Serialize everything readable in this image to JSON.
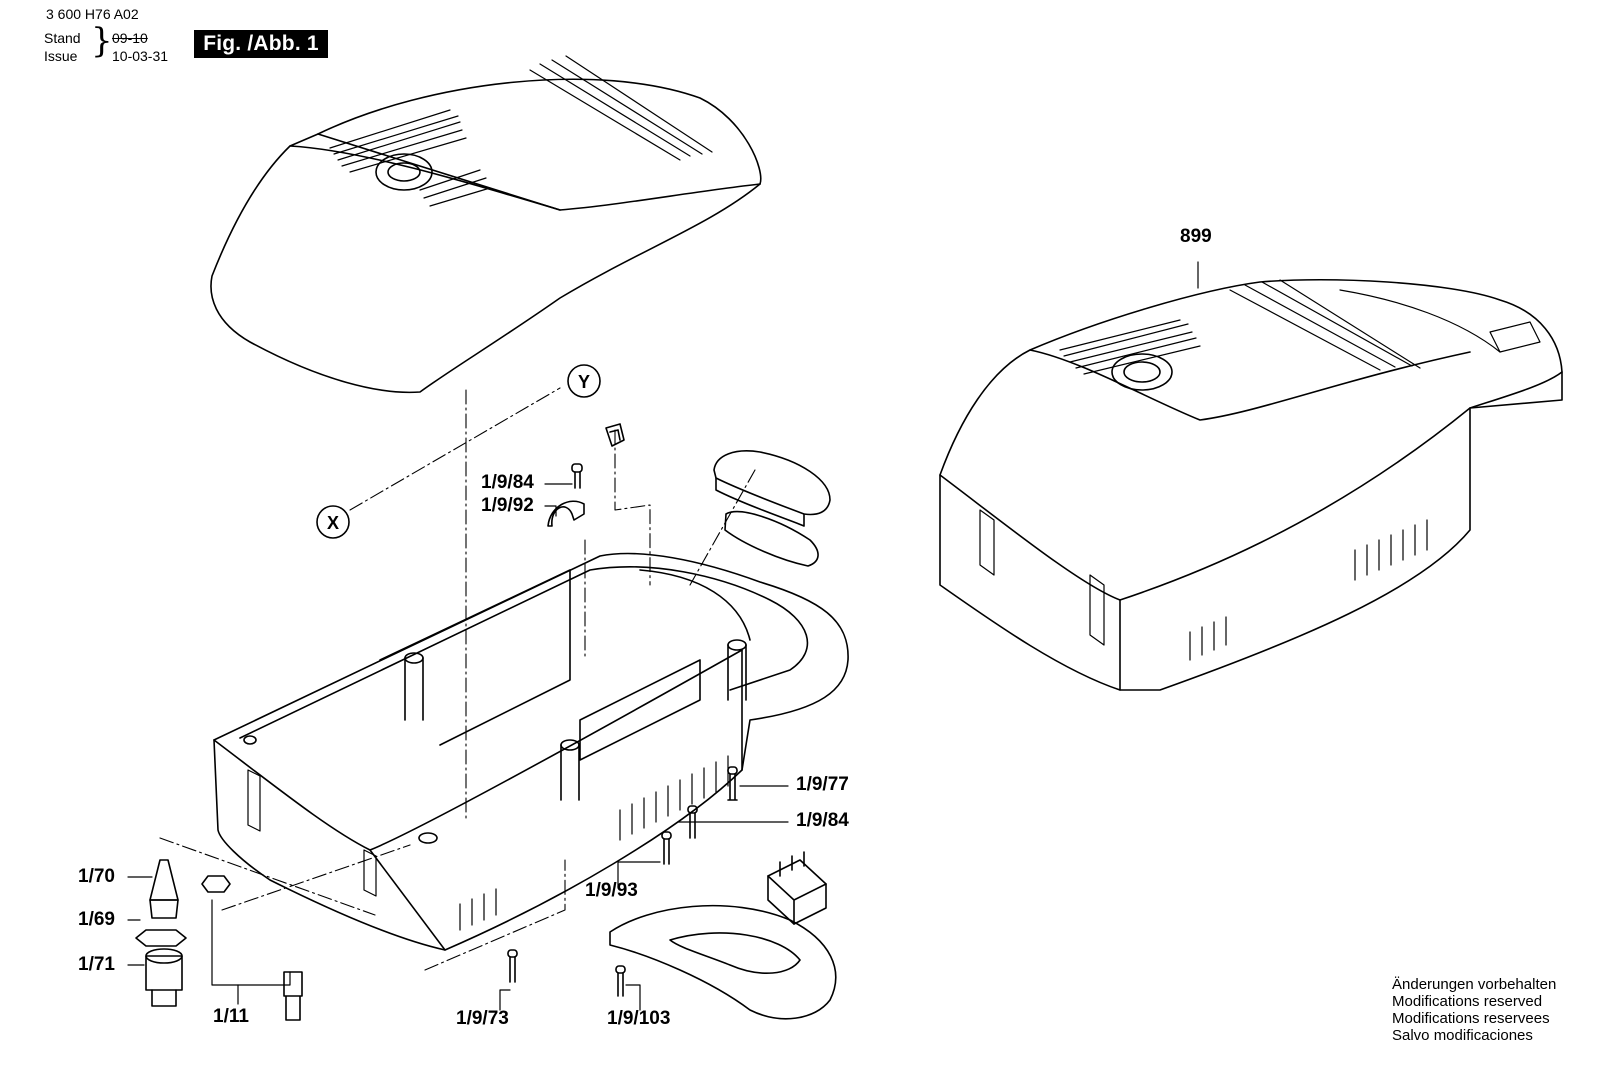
{
  "header": {
    "part_number": "3 600 H76 A02",
    "stand_label": "Stand",
    "issue_label": "Issue",
    "stand_date": "09-10",
    "issue_date": "10-03-31",
    "figure_label": "Fig. /Abb. 1"
  },
  "axis_markers": {
    "x": "X",
    "y": "Y"
  },
  "callouts": {
    "c899": "899",
    "c1_9_84_top": "1/9/84",
    "c1_9_92": "1/9/92",
    "c1_9_77": "1/9/77",
    "c1_9_84_right": "1/9/84",
    "c1_9_93": "1/9/93",
    "c1_70": "1/70",
    "c1_69": "1/69",
    "c1_71": "1/71",
    "c1_11": "1/11",
    "c1_9_73": "1/9/73",
    "c1_9_103": "1/9/103"
  },
  "notes": [
    "Änderungen vorbehalten",
    "Modifications reserved",
    "Modifications reservees",
    "Salvo modificaciones"
  ]
}
